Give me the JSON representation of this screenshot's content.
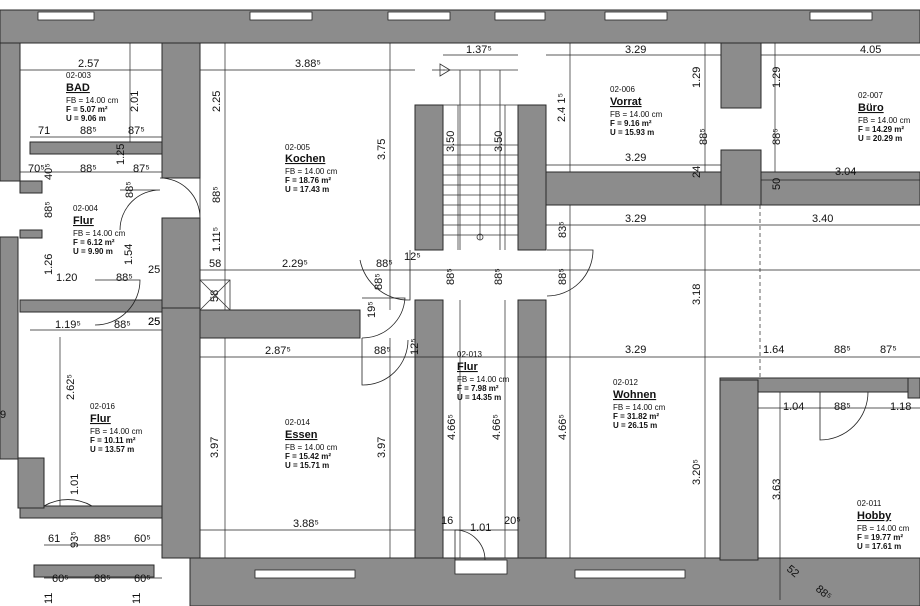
{
  "rooms": [
    {
      "code": "02-003",
      "name": "BAD",
      "fb": "FB = 14.00 cm",
      "f": "F = 5.07 m²",
      "u": "U = 9.06 m"
    },
    {
      "code": "02-005",
      "name": "Kochen",
      "fb": "FB = 14.00 cm",
      "f": "F = 18.76 m²",
      "u": "U = 17.43 m"
    },
    {
      "code": "02-006",
      "name": "Vorrat",
      "fb": "FB = 14.00 cm",
      "f": "F = 9.16 m²",
      "u": "U = 15.93 m"
    },
    {
      "code": "02-007",
      "name": "Büro",
      "fb": "FB = 14.00 cm",
      "f": "F = 14.29 m²",
      "u": "U = 20.29 m"
    },
    {
      "code": "02-004",
      "name": "Flur",
      "fb": "FB = 14.00 cm",
      "f": "F = 6.12 m²",
      "u": "U = 9.90 m"
    },
    {
      "code": "02-016",
      "name": "Flur",
      "fb": "FB = 14.00 cm",
      "f": "F = 10.11 m²",
      "u": "U = 13.57 m"
    },
    {
      "code": "02-014",
      "name": "Essen",
      "fb": "FB = 14.00 cm",
      "f": "F = 15.42 m²",
      "u": "U = 15.71 m"
    },
    {
      "code": "02-013",
      "name": "Flur",
      "fb": "FB = 14.00 cm",
      "f": "F = 7.98 m²",
      "u": "U = 14.35 m"
    },
    {
      "code": "02-012",
      "name": "Wohnen",
      "fb": "FB = 14.00 cm",
      "f": "F = 31.82 m²",
      "u": "U = 26.15 m"
    },
    {
      "code": "02-011",
      "name": "Hobby",
      "fb": "FB = 14.00 cm",
      "f": "F = 19.77 m²",
      "u": "U = 17.61 m"
    }
  ],
  "dimensions": [
    "2.57",
    "3.88⁵",
    "1.37⁵",
    "3.29",
    "4.05",
    "2.01",
    "2.25",
    "3.75",
    "3.50",
    "3.50",
    "2.4 1⁵",
    "1.29",
    "1.29",
    "71",
    "88⁵",
    "87⁵",
    "3.29",
    "88⁵",
    "88⁵",
    "70⁵",
    "40⁵",
    "88⁵",
    "1.25",
    "87⁵",
    "88⁵",
    "24",
    "50",
    "3.04",
    "88⁵",
    "88⁵",
    "3.29",
    "3.40",
    "83⁵",
    "1.11⁵",
    "1.26",
    "1.54",
    "25",
    "25",
    "58",
    "2.29⁵",
    "88⁵",
    "12⁵",
    "88⁵",
    "88⁵",
    "88⁵",
    "88⁵",
    "1.20",
    "88⁵",
    "58",
    "3.18",
    "1.19⁵",
    "88⁵",
    "25",
    "19⁵",
    "12⁵",
    "2.87⁵",
    "88⁵",
    "3.29",
    "1.64",
    "88⁵",
    "87⁵",
    "2.62⁵",
    "1.04",
    "88⁵",
    "1.18",
    "3.97",
    "3.97",
    "4.66⁵",
    "4.66⁵",
    "4.66⁵",
    "3.20⁵",
    "3.63",
    "1.01",
    "3.88⁵",
    "16",
    "1.01",
    "20⁵",
    "61",
    "93⁵",
    "88⁵",
    "60⁵",
    "60⁵",
    "88⁵",
    "60⁵",
    "11",
    "11",
    "52",
    "88⁵",
    "9"
  ]
}
